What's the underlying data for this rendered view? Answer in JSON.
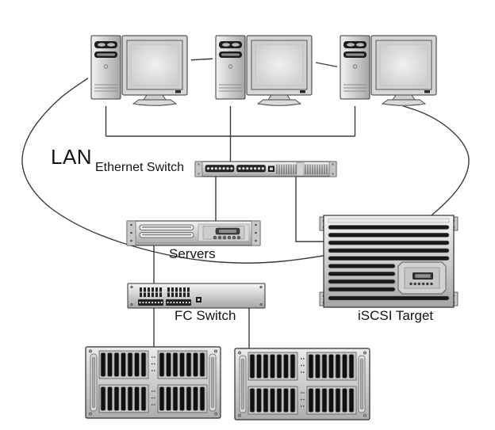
{
  "diagram": {
    "title_visible": false,
    "labels": {
      "lan": "LAN",
      "ethernet_switch": "Ethernet Switch",
      "servers": "Servers",
      "fc_switch": "FC Switch",
      "iscsi_target": "iSCSI Target"
    },
    "colors": {
      "background": "#ffffff",
      "line": "#3b3b3b",
      "text": "#141414",
      "device_dark": "#1c1c1c",
      "device_light": "#ececec"
    },
    "icons": {
      "workstation": "desktop-pc-with-crt-monitor",
      "ethernet_switch": "rack-ethernet-switch-1u",
      "servers": "rack-server-2u",
      "fc_switch": "rack-fc-switch-1u",
      "iscsi_target": "rack-storage-chassis",
      "disk_array": "disk-shelf-enclosure"
    },
    "connections": [
      "workstation-1 to lan-bus",
      "workstation-2 to ethernet-switch",
      "workstation-3 to lan-bus",
      "monitor-1 to workstation-2",
      "monitor-2 to workstation-3",
      "ethernet-switch to servers",
      "ethernet-switch to iscsi-target",
      "servers to fc-switch",
      "fc-switch to disk-array-1",
      "fc-switch to disk-array-2"
    ]
  }
}
